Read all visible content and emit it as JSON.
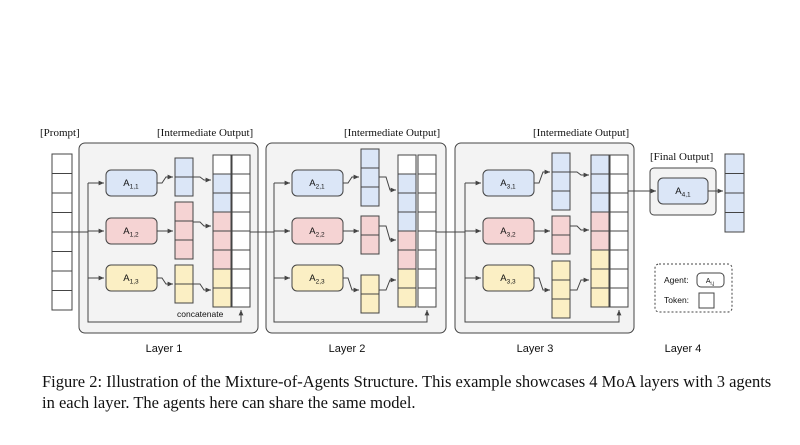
{
  "labels": {
    "prompt": "[Prompt]",
    "intermediate_output": "[Intermediate Output]",
    "final_output": "[Final Output]",
    "concatenate": "concatenate"
  },
  "layers": [
    {
      "label": "Layer 1",
      "agents": [
        {
          "name": "A",
          "sub": "1,1"
        },
        {
          "name": "A",
          "sub": "1,2"
        },
        {
          "name": "A",
          "sub": "1,3"
        }
      ]
    },
    {
      "label": "Layer 2",
      "agents": [
        {
          "name": "A",
          "sub": "2,1"
        },
        {
          "name": "A",
          "sub": "2,2"
        },
        {
          "name": "A",
          "sub": "2,3"
        }
      ]
    },
    {
      "label": "Layer 3",
      "agents": [
        {
          "name": "A",
          "sub": "3,1"
        },
        {
          "name": "A",
          "sub": "3,2"
        },
        {
          "name": "A",
          "sub": "3,3"
        }
      ]
    },
    {
      "label": "Layer 4",
      "agents": [
        {
          "name": "A",
          "sub": "4,1"
        }
      ]
    }
  ],
  "legend": {
    "agent_label": "Agent:",
    "agent_symbol": {
      "name": "A",
      "sub": "i,j"
    },
    "token_label": "Token:"
  },
  "caption": "Figure 2: Illustration of the Mixture-of-Agents Structure. This example showcases 4 MoA layers with 3 agents in each layer. The agents here can share the same model.",
  "colors": {
    "blue_fill": "#dbe6f7",
    "red_fill": "#f5d3d3",
    "yellow_fill": "#fbefc4",
    "layer_bg": "#f3f3f3",
    "stroke": "#444444"
  }
}
